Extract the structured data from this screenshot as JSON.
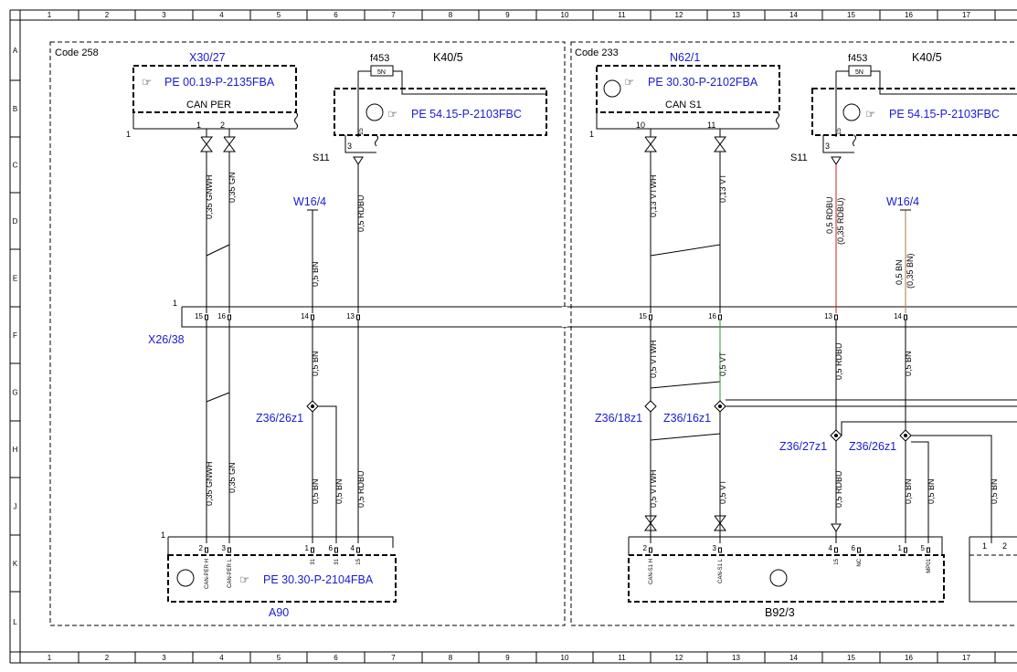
{
  "frame": {
    "columns": [
      "1",
      "2",
      "3",
      "4",
      "5",
      "6",
      "7",
      "8",
      "9",
      "10",
      "11",
      "12",
      "13",
      "14",
      "15",
      "16",
      "17"
    ],
    "rows": [
      "A",
      "B",
      "C",
      "D",
      "E",
      "F",
      "G",
      "H",
      "J",
      "K",
      "L"
    ]
  },
  "left": {
    "code": "Code 258",
    "top_component": {
      "id": "X30/27",
      "ref": "PE 00.19-P-2135FBA",
      "bus": "CAN PER",
      "pin_a": "1",
      "pin_b": "2",
      "pin_c": "1"
    },
    "relay": {
      "fuse": "f453",
      "fuse_rating": "5N",
      "id": "K40/5",
      "ref": "PE 54.15-P-2103FBC",
      "pin_15": "15",
      "pin_3": "3",
      "switch": "S11"
    },
    "wires": {
      "w1_top": "0,35 GNWH",
      "w2_top": "0,35 GN",
      "w4": "0,5 RDBU",
      "w3_mid": "0,5 BN",
      "w3_low": "0,5 BN",
      "w1_low": "0,35 GNWH",
      "w2_low": "0,35 GN",
      "w3b_low": "0,5 BN",
      "w4_low": "0,5 RDBU"
    },
    "w16": "W16/4",
    "splice": "Z36/26z1",
    "connector_pins": [
      "15",
      "16",
      "14",
      "13"
    ],
    "bottom_component": {
      "id": "A90",
      "ref": "PE 30.30-P-2104FBA",
      "pins": [
        "2",
        "3",
        "1",
        "6",
        "4",
        "1"
      ],
      "pin_labels": [
        "CAN-PER H",
        "CAN-PER L",
        "31",
        "31",
        "15"
      ]
    }
  },
  "connector": {
    "id": "X26/38",
    "pin1": "1"
  },
  "right": {
    "code": "Code 233",
    "top_component": {
      "id": "N62/1",
      "ref": "PE 30.30-P-2102FBA",
      "bus": "CAN S1",
      "pin_a": "10",
      "pin_b": "11",
      "pin_c": "1"
    },
    "relay": {
      "fuse": "f453",
      "fuse_rating": "5N",
      "id": "K40/5",
      "ref": "PE 54.15-P-2103FBC",
      "pin_15": "15",
      "pin_3": "3",
      "switch": "S11"
    },
    "wires": {
      "w1_top": "0,13 VTWH",
      "w2_top": "0,13 VT",
      "w3_top": "0,5 RDBU",
      "w3_top_alt": "(0,35 RDBU)",
      "w4_top": "0,5 BN",
      "w4_top_alt": "(0,35 BN)",
      "w1_mid": "0,5 VTWH",
      "w2_mid": "0,5 VT",
      "w3_mid": "0,5 RDBU",
      "w4_mid": "0,5 BN",
      "w1_low": "0,5 VTWH",
      "w2_low": "0,5 VT",
      "w3_low": "0,5 RDBU",
      "w4_low": "0,5 BN",
      "w5_low": "0,5 BN",
      "w6_low": "0,5 BN"
    },
    "w16": "W16/4",
    "splices": [
      "Z36/18z1",
      "Z36/16z1",
      "Z36/27z1",
      "Z36/26z1"
    ],
    "connector_pins": [
      "15",
      "16",
      "13",
      "14"
    ],
    "bottom_component": {
      "id": "B92/3",
      "pins": [
        "2",
        "3",
        "4",
        "6",
        "1",
        "5"
      ],
      "pin_labels": [
        "CAN-S1 H",
        "CAN-S1 L",
        "15",
        "NC",
        "MP01"
      ]
    },
    "edge_pins": [
      "1",
      "2"
    ]
  }
}
